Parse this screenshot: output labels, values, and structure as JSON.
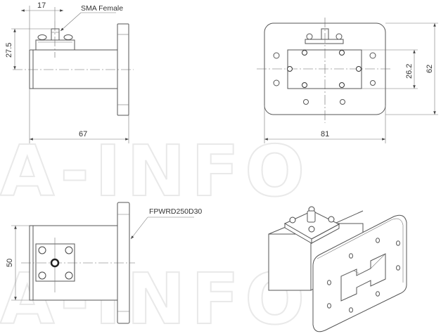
{
  "watermark": "A-INFO",
  "views": {
    "side_top": {
      "label_connector": "SMA Female",
      "dim_offset": "17",
      "dim_height": "27.5",
      "dim_length": "67"
    },
    "front": {
      "dim_aperture": "26.2",
      "dim_height": "62",
      "dim_width": "81"
    },
    "side_bottom": {
      "dim_height": "50",
      "label_flange": "FPWRD250D30"
    }
  }
}
